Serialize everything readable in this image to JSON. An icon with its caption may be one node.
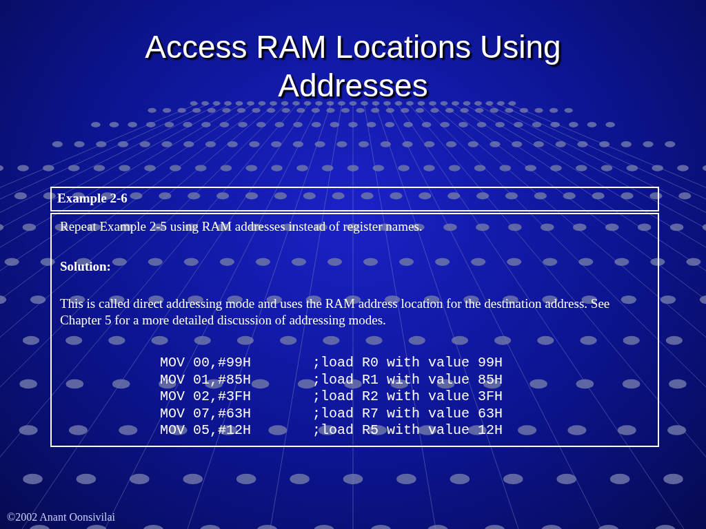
{
  "diagram": {
    "title": "Access RAM Locations Using Addresses",
    "nodes": [
      {
        "text": [
          "Example 2-6"
        ]
      },
      {
        "text": [
          "Repeat Example 2-5 using RAM addresses instead of register names.",
          "Solution:",
          "This is called direct addressing mode and uses the RAM address location for the destination address. See Chapter 5 for a more detailed discussion of addressing modes.",
          "MOV 00,#99H",
          ";load R0 with value 99H",
          "MOV 01,#85H",
          ";load R1 with value 85H",
          "MOV 02,#3FH",
          ";load R2 with value 3FH",
          "MOV 07,#63H",
          ";load R7 with value 63H",
          "MOV 05,#12H",
          ";load R5 with value 12H"
        ]
      }
    ],
    "labels": [
      "©2002 Anant Oonsivilai"
    ]
  }
}
